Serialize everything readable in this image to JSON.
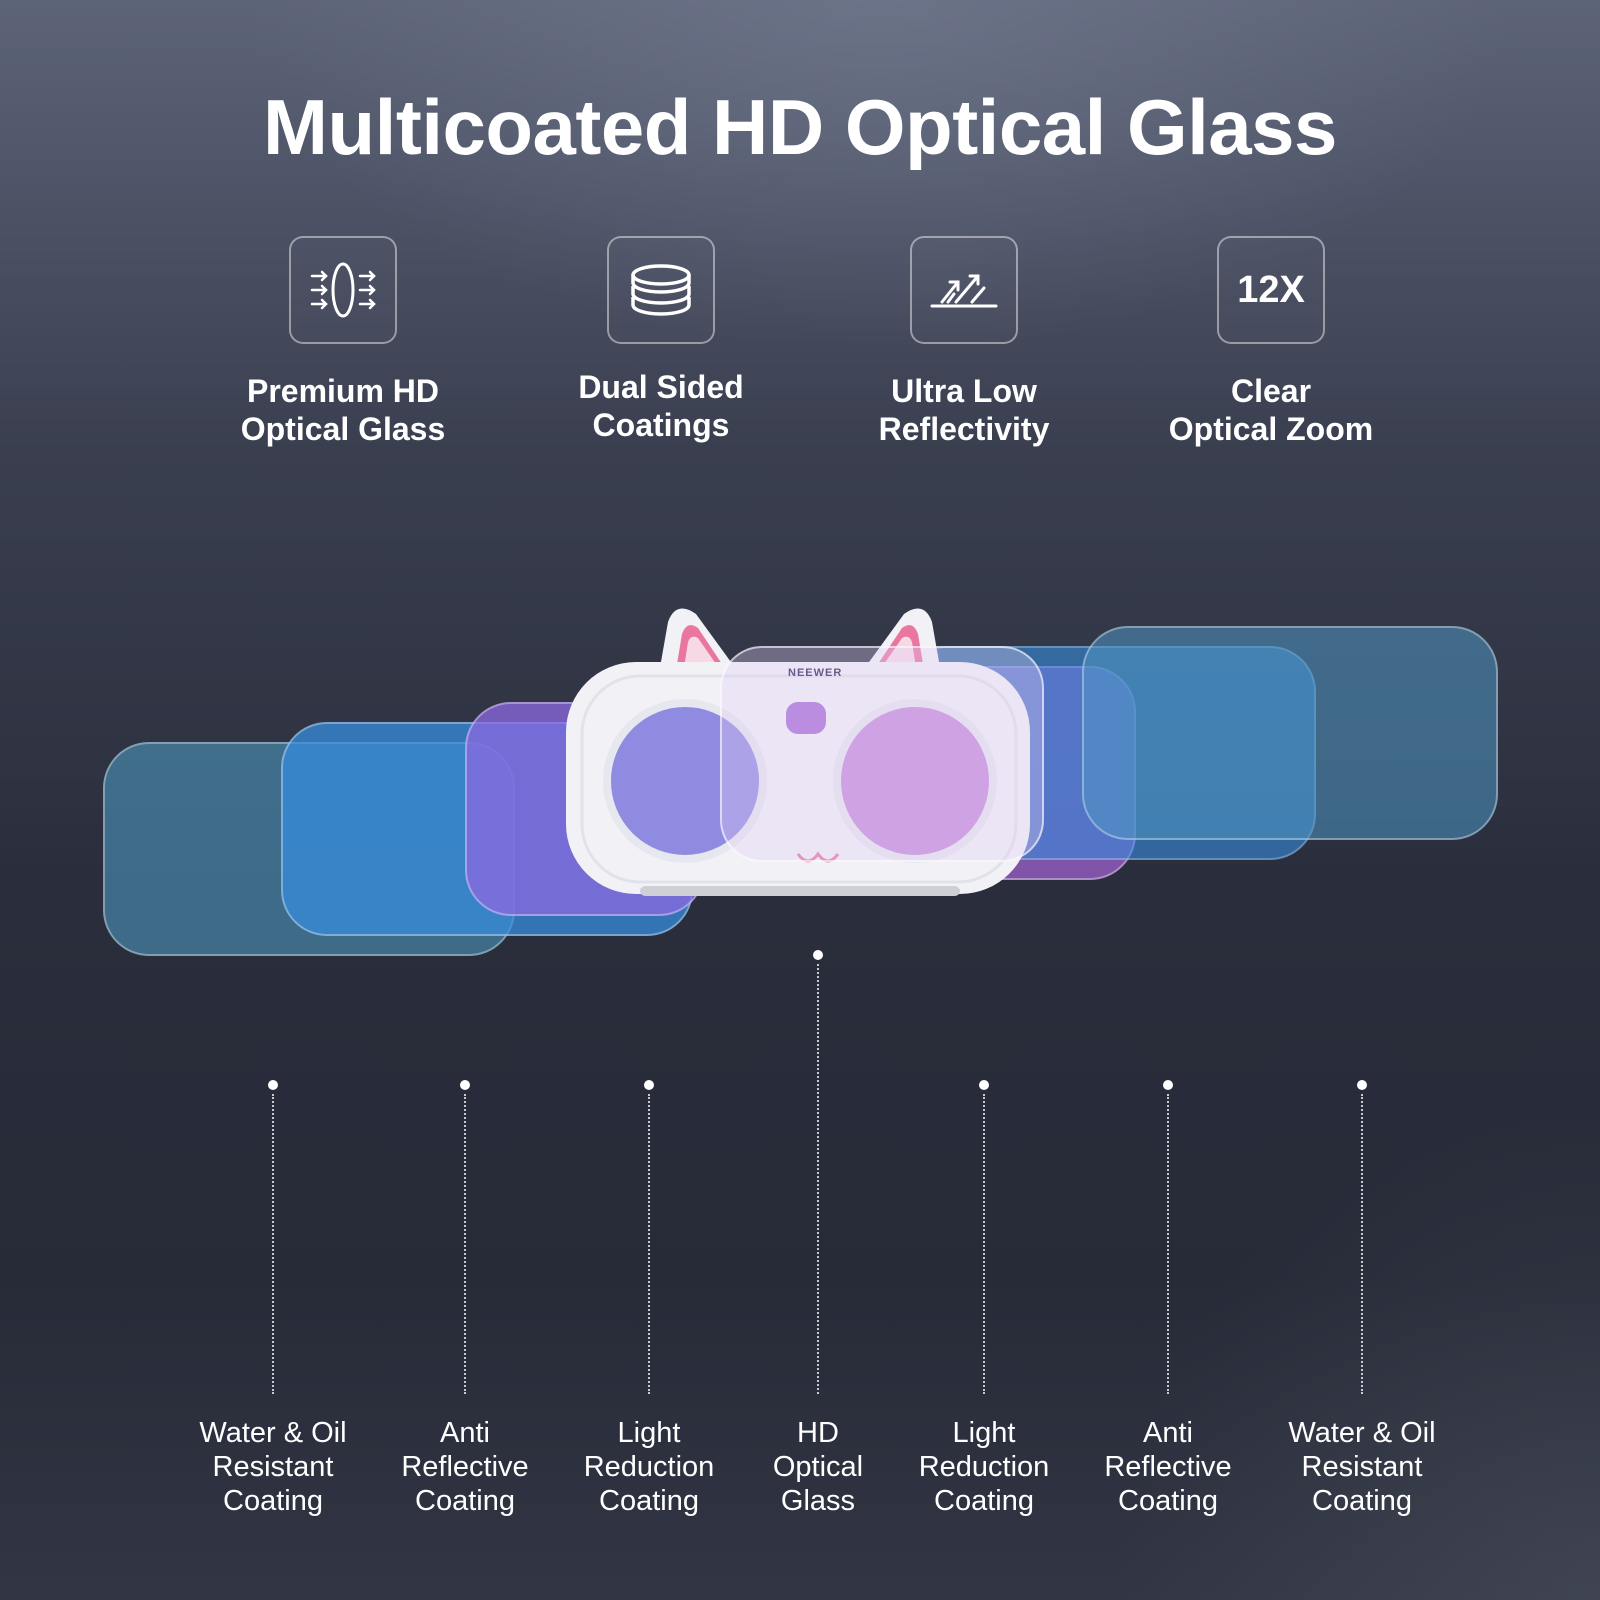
{
  "title": "Multicoated HD Optical Glass",
  "features": [
    {
      "icon": "lens-light-icon",
      "line1": "Premium HD",
      "line2": "Optical Glass"
    },
    {
      "icon": "stacked-layers-icon",
      "line1": "Dual Sided",
      "line2": "Coatings"
    },
    {
      "icon": "low-reflection-icon",
      "line1": "Ultra Low",
      "line2": "Reflectivity"
    },
    {
      "icon_text": "12X",
      "line1": "Clear",
      "line2": "Optical Zoom"
    }
  ],
  "product": {
    "brand": "NEEWER"
  },
  "callouts": [
    {
      "line1": "Water & Oil",
      "line2": "Resistant",
      "line3": "Coating"
    },
    {
      "line1": "Anti",
      "line2": "Reflective",
      "line3": "Coating"
    },
    {
      "line1": "Light",
      "line2": "Reduction",
      "line3": "Coating"
    },
    {
      "line1": "HD",
      "line2": "Optical",
      "line3": "Glass"
    },
    {
      "line1": "Light",
      "line2": "Reduction",
      "line3": "Coating"
    },
    {
      "line1": "Anti",
      "line2": "Reflective",
      "line3": "Coating"
    },
    {
      "line1": "Water & Oil",
      "line2": "Resistant",
      "line3": "Coating"
    }
  ],
  "colors": {
    "background": "#2a2e3c",
    "layer_teal": "#4f9fc8",
    "layer_blue": "#3f95de",
    "layer_purple": "#8a6fe0",
    "cat_pink": "#e9769f",
    "cat_body": "#f2f2f6"
  }
}
